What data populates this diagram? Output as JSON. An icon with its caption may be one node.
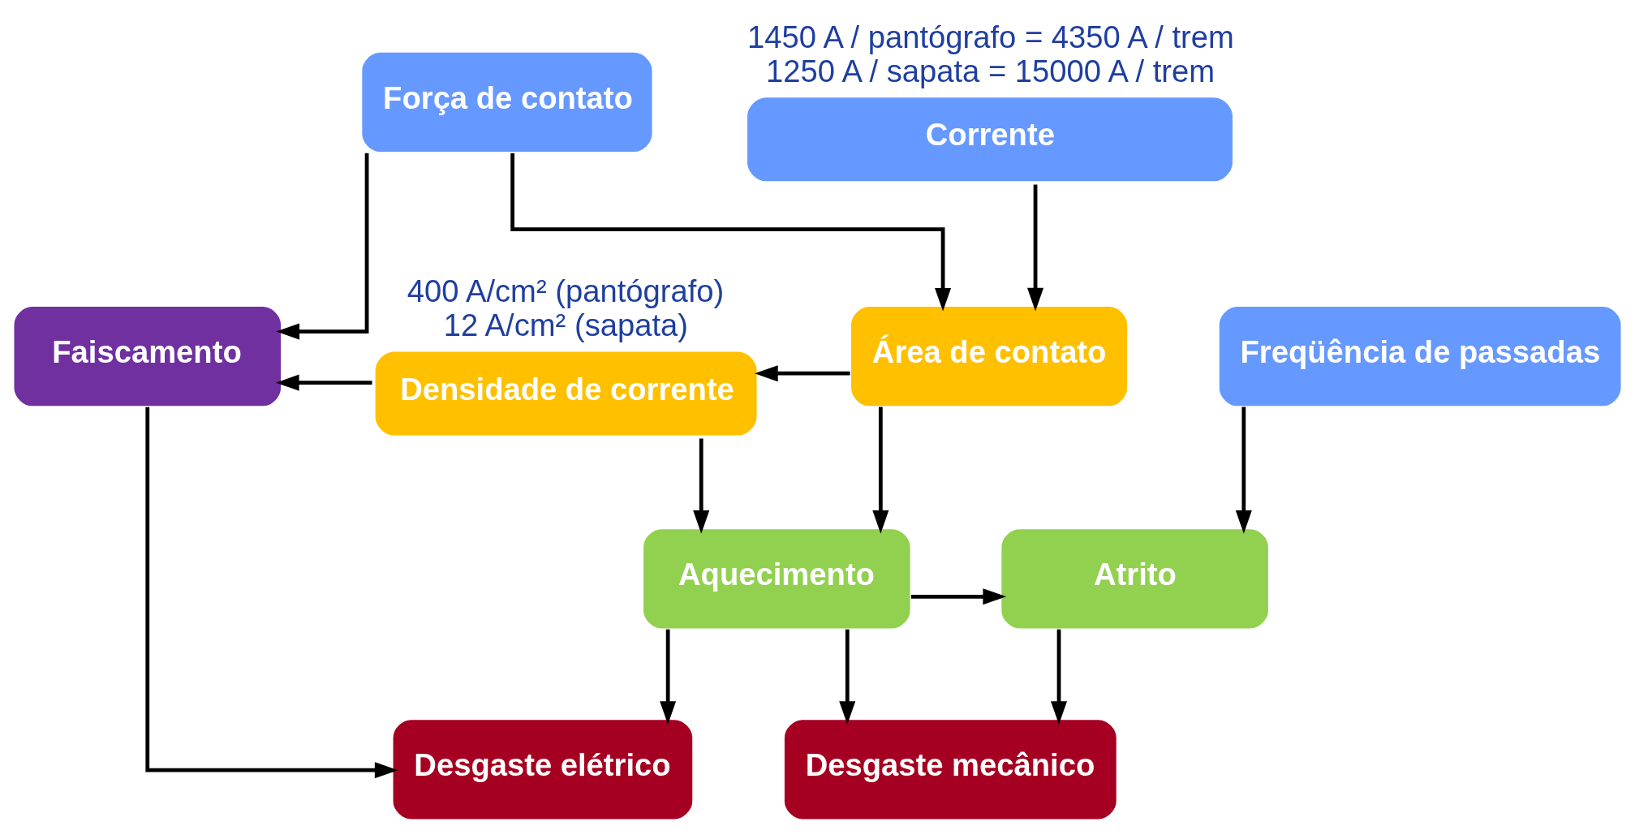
{
  "diagram": {
    "nodes": [
      {
        "text": [
          "Força de contato"
        ]
      },
      {
        "text": [
          "Corrente"
        ],
        "beside": [
          "1450 A / pantógrafo = 4350 A / trem",
          "1250 A / sapata = 15000 A / trem"
        ]
      },
      {
        "text": [
          "Freqüência de passadas"
        ]
      },
      {
        "text": [
          "Faiscamento"
        ]
      },
      {
        "text": [
          "Densidade de corrente"
        ],
        "beside": [
          "400 A/cm² (pantógrafo)",
          "12 A/cm² (sapata)"
        ]
      },
      {
        "text": [
          "Área de contato"
        ]
      },
      {
        "text": [
          "Aquecimento"
        ]
      },
      {
        "text": [
          "Atrito"
        ]
      },
      {
        "text": [
          "Desgaste elétrico"
        ]
      },
      {
        "text": [
          "Desgaste mecânico"
        ]
      }
    ],
    "edges": [
      {
        "from": 0,
        "to": 3,
        "arrow": "to"
      },
      {
        "from": 0,
        "to": 5,
        "arrow": "to"
      },
      {
        "from": 1,
        "to": 5,
        "arrow": "to"
      },
      {
        "from": 2,
        "to": 7,
        "arrow": "to"
      },
      {
        "from": 5,
        "to": 4,
        "arrow": "to"
      },
      {
        "from": 4,
        "to": 3,
        "arrow": "to"
      },
      {
        "from": 5,
        "to": 6,
        "arrow": "to"
      },
      {
        "from": 4,
        "to": 6,
        "arrow": "to"
      },
      {
        "from": 6,
        "to": 7,
        "arrow": "to"
      },
      {
        "from": 3,
        "to": 8,
        "arrow": "to"
      },
      {
        "from": 6,
        "to": 8,
        "arrow": "to"
      },
      {
        "from": 6,
        "to": 9,
        "arrow": "to"
      },
      {
        "from": 7,
        "to": 9,
        "arrow": "to"
      }
    ]
  }
}
